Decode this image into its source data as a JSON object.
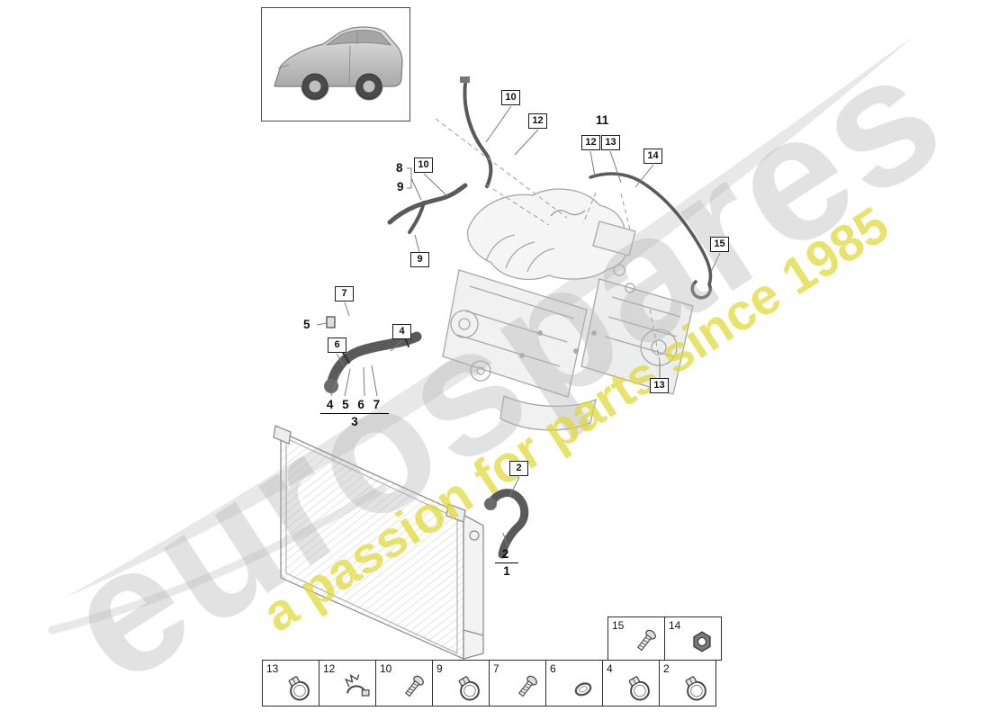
{
  "watermark": {
    "brand": "eurospares",
    "tagline": "a passion for parts since 1985",
    "brand_color": "#b2b2b2",
    "tagline_color": "#ded834"
  },
  "vehicle": {
    "name": "porsche-macan-side-view"
  },
  "callouts": {
    "boxed": [
      {
        "label": "10"
      },
      {
        "label": "12"
      },
      {
        "label": "12"
      },
      {
        "label": "13"
      },
      {
        "label": "14"
      },
      {
        "label": "10"
      },
      {
        "label": "15"
      },
      {
        "label": "9"
      },
      {
        "label": "7"
      },
      {
        "label": "6"
      },
      {
        "label": "4"
      },
      {
        "label": "13"
      },
      {
        "label": "2"
      }
    ],
    "plain": [
      {
        "label": "11"
      },
      {
        "label": "8"
      },
      {
        "label": "9"
      },
      {
        "label": "5"
      },
      {
        "label": "3"
      },
      {
        "label": "1"
      },
      {
        "label": "2"
      },
      {
        "label": "4 5 6 7"
      }
    ]
  },
  "legend": {
    "upper": [
      {
        "num": "15",
        "icon": "screw"
      },
      {
        "num": "14",
        "icon": "nut"
      }
    ],
    "lower": [
      {
        "num": "13",
        "icon": "hose-clamp"
      },
      {
        "num": "12",
        "icon": "bracket-clamp"
      },
      {
        "num": "10",
        "icon": "screw"
      },
      {
        "num": "9",
        "icon": "hose-clamp"
      },
      {
        "num": "7",
        "icon": "screw"
      },
      {
        "num": "6",
        "icon": "seal-ring"
      },
      {
        "num": "4",
        "icon": "hose-clamp"
      },
      {
        "num": "2",
        "icon": "hose-clamp"
      }
    ]
  }
}
